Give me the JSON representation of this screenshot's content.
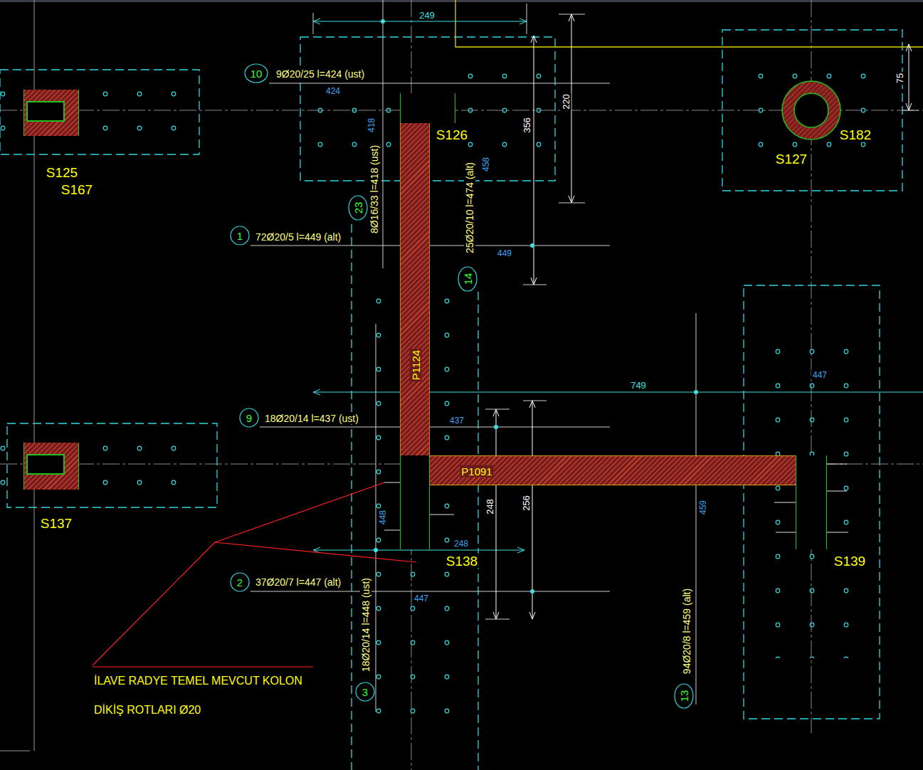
{
  "diagram": {
    "nodes": [
      {
        "text": [
          "S125",
          "S167"
        ]
      },
      {
        "text": [
          "S126"
        ]
      },
      {
        "text": [
          "S182",
          "S127"
        ]
      },
      {
        "text": [
          "P1124"
        ]
      },
      {
        "text": [
          "S137"
        ]
      },
      {
        "text": [
          "P1091"
        ]
      },
      {
        "text": [
          "S138"
        ]
      },
      {
        "text": [
          "S139"
        ]
      }
    ],
    "labels": [
      "249",
      "10",
      "9Ø20/25 l=424 (ust)",
      "424",
      "220",
      "75",
      "356",
      "418",
      "458",
      "23",
      "8Ø16/33 l=418 (ust)",
      "25Ø20/10 l=474 (alt)",
      "1",
      "72Ø20/5 l=449 (alt)",
      "449",
      "14",
      "447",
      "749",
      "9",
      "18Ø20/14 l=437 (ust)",
      "437",
      "448",
      "248",
      "256",
      "459",
      "248",
      "2",
      "37Ø20/7 l=447 (alt)",
      "447",
      "18Ø20/14 l=448 (ust)",
      "3",
      "94Ø20/8 l=459 (alt)",
      "13",
      "İLAVE RADYE TEMEL MEVCUT KOLON",
      "DİKİŞ ROTLARI Ø20"
    ]
  }
}
